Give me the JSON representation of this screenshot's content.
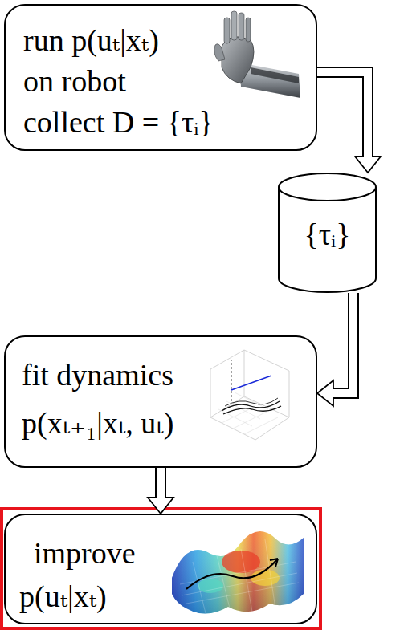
{
  "diagram": {
    "nodes": [
      {
        "text": [
          "run p(uₜ|xₜ) on robot collect D = {τᵢ}"
        ]
      },
      {
        "text": [
          "{τᵢ}"
        ]
      },
      {
        "text": [
          "fit dynamics p(xₜ₊₁|xₜ, uₜ)"
        ]
      },
      {
        "text": [
          "improve p(uₜ|xₜ)"
        ]
      }
    ],
    "edges": [
      {
        "from": 0,
        "to": 1,
        "arrow": "to"
      },
      {
        "from": 1,
        "to": 2,
        "arrow": "to"
      },
      {
        "from": 2,
        "to": 3,
        "arrow": "to"
      }
    ]
  }
}
